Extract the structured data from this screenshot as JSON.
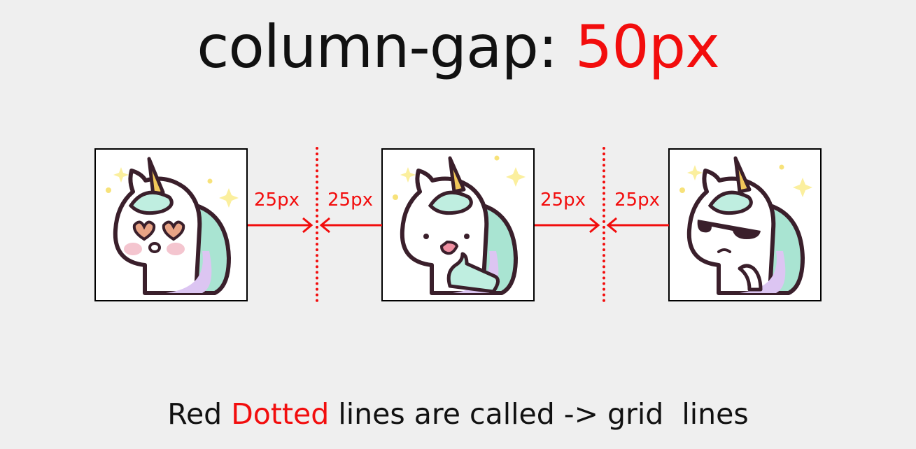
{
  "title": {
    "prefix": "column-gap: ",
    "value": "50px"
  },
  "gap_labels": [
    "25px",
    "25px",
    "25px",
    "25px"
  ],
  "caption": {
    "part1": "Red ",
    "highlight": "Dotted",
    "part2": " lines are called -> grid  lines"
  },
  "items": [
    {
      "icon": "unicorn-heart-eyes-icon"
    },
    {
      "icon": "unicorn-thumbs-up-icon"
    },
    {
      "icon": "unicorn-sunglasses-icon"
    }
  ],
  "colors": {
    "accent": "#f20d0d",
    "text": "#111111",
    "background": "#efefef"
  }
}
